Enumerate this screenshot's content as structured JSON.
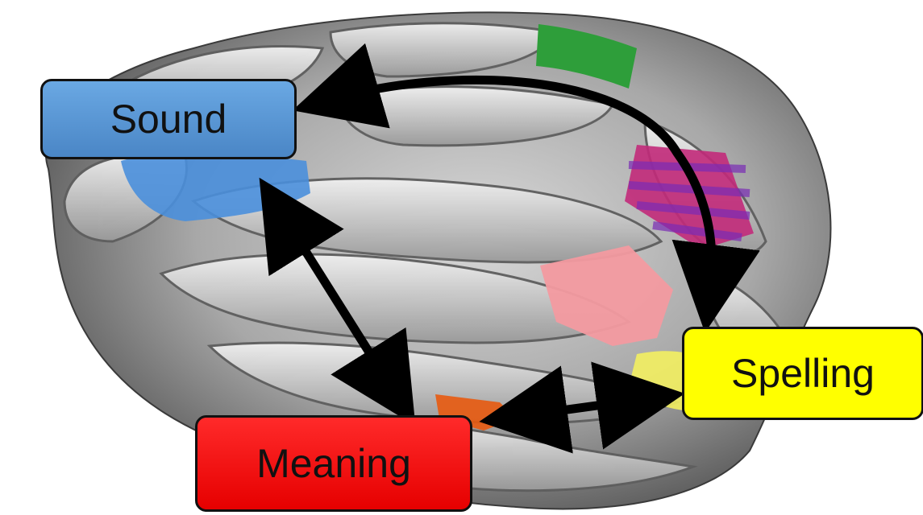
{
  "labels": {
    "sound": "Sound",
    "spelling": "Spelling",
    "meaning": "Meaning"
  },
  "colors": {
    "sound": "#5b9bd5",
    "spelling": "#ffff00",
    "meaning": "#ff0000",
    "region_green": "#2e9e3a",
    "region_purple": "#9b2fa8",
    "region_pink": "#f3a3a8",
    "region_orange": "#e85a10",
    "arrow": "#000000",
    "brain_base": "#8a8a8a"
  },
  "image": {
    "subject": "brain-lateral-surface",
    "regions": [
      "sound",
      "green",
      "purple-red",
      "pink",
      "spelling",
      "meaning"
    ]
  },
  "connections": [
    {
      "from": "sound",
      "to": "spelling",
      "direction": "bidirectional"
    },
    {
      "from": "sound",
      "to": "meaning",
      "direction": "bidirectional"
    },
    {
      "from": "meaning",
      "to": "spelling",
      "direction": "bidirectional"
    }
  ]
}
